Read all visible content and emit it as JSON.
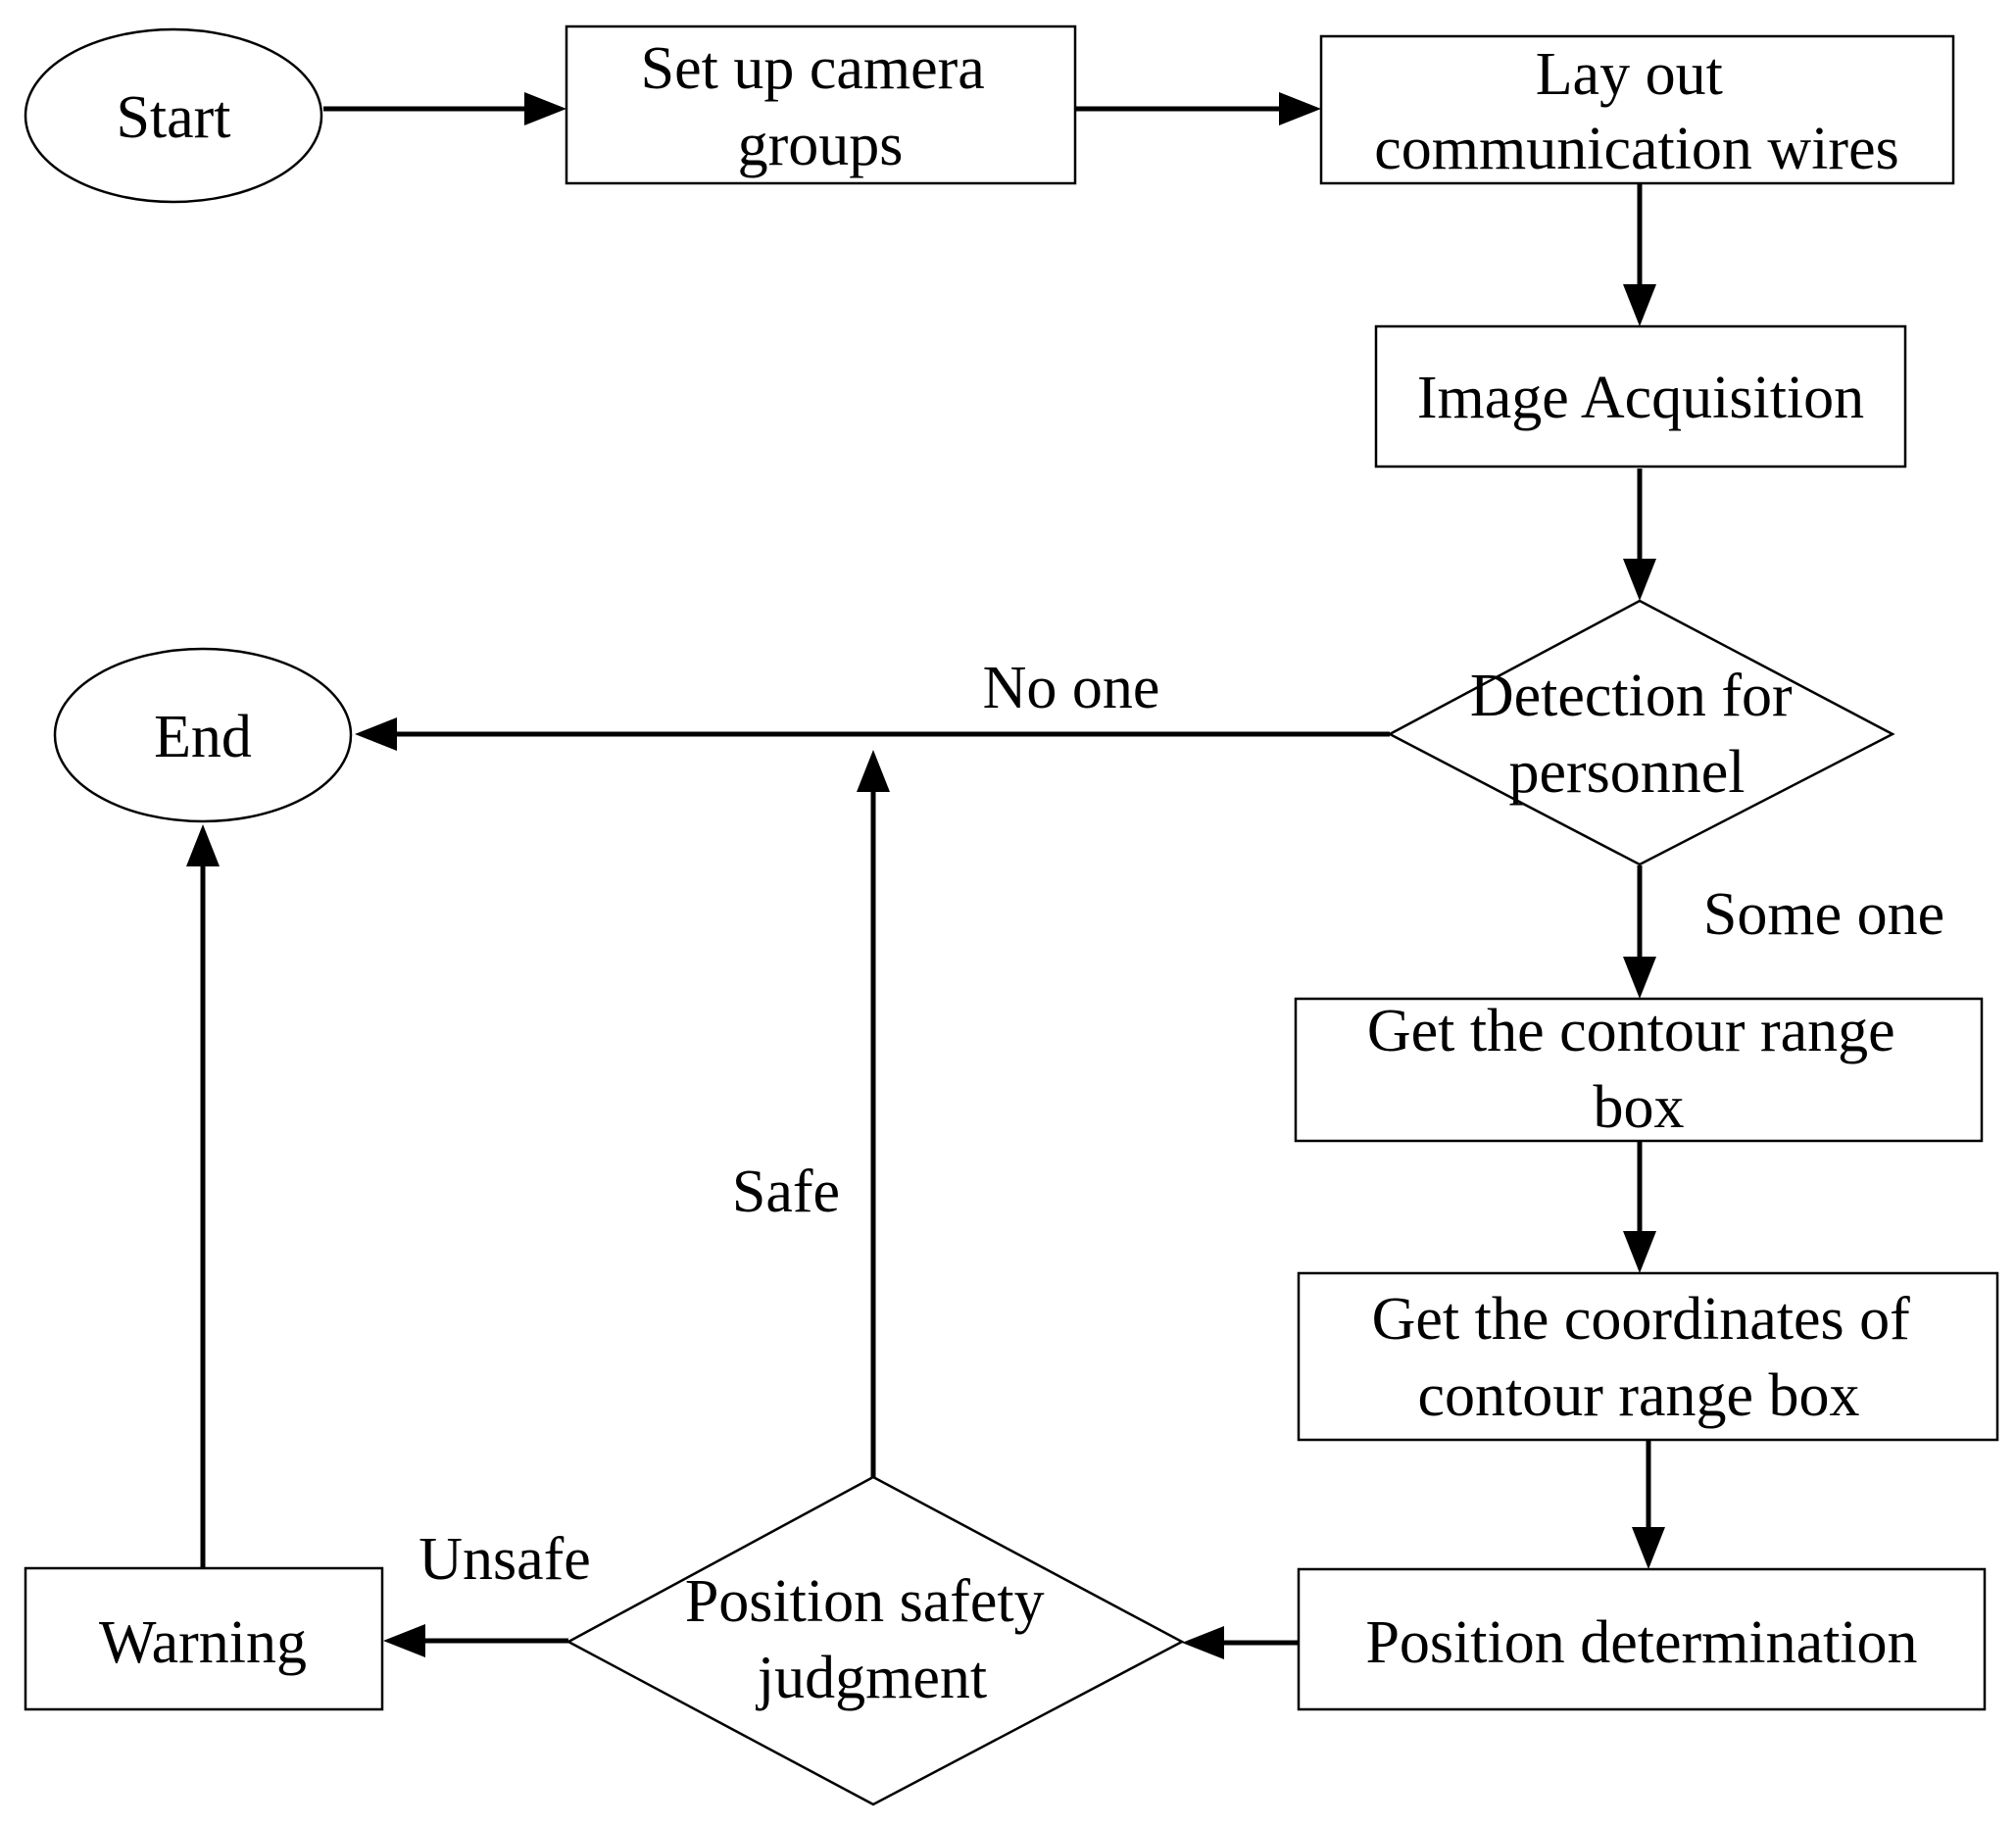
{
  "nodes": {
    "start": {
      "lines": [
        "Start"
      ]
    },
    "setup_camera": {
      "lines": [
        "Set up camera",
        "groups"
      ]
    },
    "lay_wires": {
      "lines": [
        "Lay out",
        "communication wires"
      ]
    },
    "image_acquisition": {
      "lines": [
        "Image Acquisition"
      ]
    },
    "detection": {
      "lines": [
        "Detection for",
        "personnel"
      ]
    },
    "contour_box": {
      "lines": [
        "Get the contour range",
        "box"
      ]
    },
    "coordinates": {
      "lines": [
        "Get the coordinates of",
        "contour range box"
      ]
    },
    "position_determination": {
      "lines": [
        "Position determination"
      ]
    },
    "safety_judgment": {
      "lines": [
        "Position safety",
        "judgment"
      ]
    },
    "warning": {
      "lines": [
        "Warning"
      ]
    },
    "end": {
      "lines": [
        "End"
      ]
    }
  },
  "edge_labels": {
    "no_one": "No one",
    "some_one": "Some one",
    "safe": "Safe",
    "unsafe": "Unsafe"
  }
}
